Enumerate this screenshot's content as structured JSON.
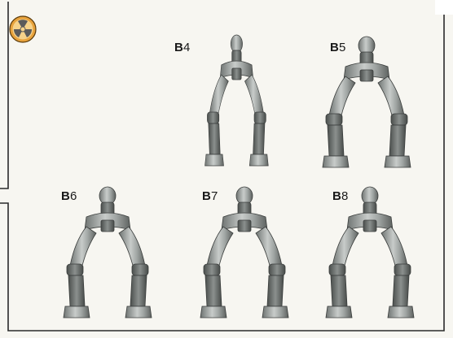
{
  "page": {
    "background": "#f7f6f1",
    "frame_color": "#2a2a2a",
    "badge_color": "#e8a23c"
  },
  "icons": {
    "badge": "faction-hazard-icon"
  },
  "parts": [
    {
      "prefix": "B",
      "number": "4"
    },
    {
      "prefix": "B",
      "number": "5"
    },
    {
      "prefix": "B",
      "number": "6"
    },
    {
      "prefix": "B",
      "number": "7"
    },
    {
      "prefix": "B",
      "number": "8"
    }
  ]
}
